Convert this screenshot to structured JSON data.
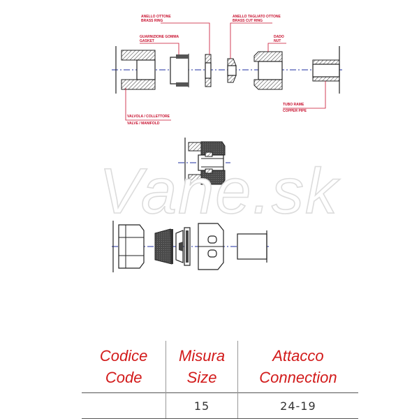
{
  "labels": {
    "brass_ring_it": "ANELLO OTTONE",
    "brass_ring_en": "BRASS RING",
    "gasket_it": "GUARNIZIONE GOMMA",
    "gasket_en": "GASKET",
    "cut_ring_it": "ANELLO TAGLIATO OTTONE",
    "cut_ring_en": "BRASS CUT RING",
    "nut_it": "DADO",
    "nut_en": "NUT",
    "valve_it": "VALVOLA / COLLETTORE",
    "valve_en": "VALVE / MANIFOLD",
    "pipe_it": "TUBO RAME",
    "pipe_en": "COPPER PIPE"
  },
  "watermark": "Vane.sk",
  "table": {
    "header": {
      "code_it": "Codice",
      "code_en": "Code",
      "size_it": "Misura",
      "size_en": "Size",
      "connection_it": "Attacco",
      "connection_en": "Connection"
    },
    "row": {
      "code": "",
      "size": "15",
      "connection": "24-19"
    }
  },
  "colors": {
    "label_red": "#c8102e",
    "header_red": "#d21a1a",
    "axis_blue": "#1f2fa0",
    "line_dark": "#222222"
  }
}
